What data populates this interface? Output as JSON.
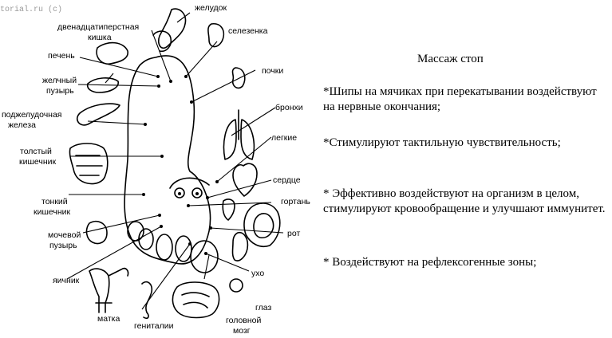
{
  "watermark": "torial.ru (c)",
  "labels": {
    "zheludok": "желудок",
    "dvenadtsat": "двенадцатиперстная",
    "kishka": "кишка",
    "selezenka": "селезенка",
    "pechen": "печень",
    "pochki": "почки",
    "zhelchny": "желчный",
    "puzyr": "пузырь",
    "bronkhi": "бронхи",
    "podzhel": "поджелудочная",
    "zheleza": "железа",
    "legkie": "легкие",
    "tolsty": "толстый",
    "kishechnik": "кишечник",
    "serdtse": "сердце",
    "tonky": "тонкий",
    "kishechnik2": "кишечник",
    "gortan": "гортань",
    "mochevoy": "мочевой",
    "puzyr2": "пузырь",
    "rot": "рот",
    "yaichnik": "яичник",
    "ukho": "ухо",
    "matka": "матка",
    "genitalii": "гениталии",
    "glaz": "глаз",
    "golovnoy": "головной",
    "mozg": "мозг"
  },
  "notes": {
    "title": "Массаж стоп",
    "items": [
      "*Шипы на мячиках  при перекатывании воздействуют на нервные окончания;",
      "*Стимулируют  тактильную чувствительность;",
      "* Эффективно воздействуют на организм в целом, стимулируют кровообращение и улучшают  иммунитет.",
      " * Воздействуют на  рефлексогенные зоны;"
    ]
  }
}
